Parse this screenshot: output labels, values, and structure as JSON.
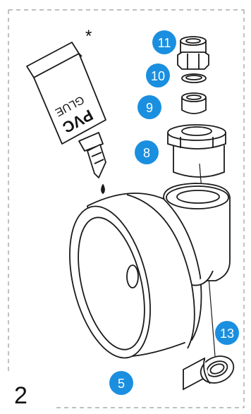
{
  "step": {
    "number": "2"
  },
  "glue": {
    "line1": "PVC",
    "line2": "GLUE",
    "note_mark": "*"
  },
  "badges": [
    {
      "label": "11"
    },
    {
      "label": "10"
    },
    {
      "label": "9"
    },
    {
      "label": "8"
    },
    {
      "label": "13"
    },
    {
      "label": "5"
    }
  ],
  "colors": {
    "badge": "#1a8fe0",
    "line": "#1a1a1a",
    "frame": "#9a9a9a"
  }
}
